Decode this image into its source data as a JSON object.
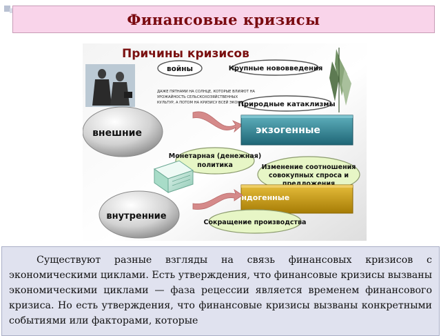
{
  "slide": {
    "title": "Финансовые кризисы",
    "body_text": "Существуют разные взгляды на связь финансовых кризисов с экономическими циклами. Есть утверждения, что финансовые кризисы вызваны экономическими циклами — фаза рецессии является временем финансового кризиса. Но есть утверждения, что финансовые кризисы вызваны конкретными событиями или факторами, которые"
  },
  "diagram": {
    "heading": "Причины кризисов",
    "labels": {
      "wars": "войны",
      "innovations": "Крупные нововведения",
      "sun_line1": "ДАЖЕ ПЯТНАМИ НА СОЛНЦЕ, КОТОРЫЕ ВЛИЯЮТ НА",
      "sun_line2": "УРОЖАЙНОСТЬ СЕЛЬСКОХОЗЯЙСТВЕННЫХ",
      "sun_line3": "КУЛЬТУР, А ПОТОМ НА КРИЗИСУ ВСЕЙ ЭКОНОМИКИ.",
      "natural": "Природные катаклизмы",
      "external": "внешние",
      "exogenous": "экзогенные",
      "monetary_line1": "Монетарная (денежная)",
      "monetary_line2": "политика",
      "change_line1": "Изменение соотношения",
      "change_line2": "совокупных спроса и",
      "change_line3": "предложения",
      "endogenous": "эндогенные",
      "internal": "внутренние",
      "reduction": "Сокращение производства"
    }
  },
  "colors": {
    "title_bg": "#f9d4ea",
    "title_text": "#7a0a10",
    "exogenous_box": "#2f7f8f",
    "endogenous_box": "#c79a12",
    "oval_fill": "#e7f6c6",
    "text_bg": "#e0e2ef"
  }
}
